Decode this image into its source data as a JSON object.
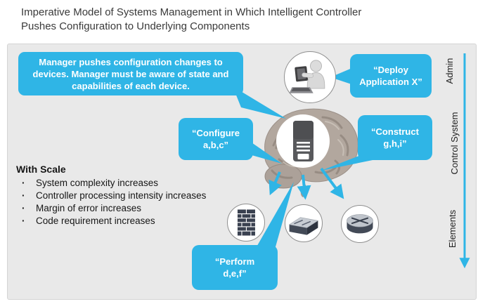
{
  "title": {
    "line1": "Imperative Model of Systems Management in Which Intelligent Controller",
    "line2": "Pushes Configuration to Underlying Components"
  },
  "callout": {
    "text": "Manager pushes configuration changes to devices. Manager must be aware of state and capabilities of each device."
  },
  "bubbles": {
    "deploy": {
      "line1": "“Deploy",
      "line2": "Application X”"
    },
    "configure": {
      "line1": "“Configure",
      "line2": "a,b,c”"
    },
    "construct": {
      "line1": "“Construct",
      "line2": "g,h,i”"
    },
    "perform": {
      "line1": "“Perform",
      "line2": "d,e,f”"
    }
  },
  "with_scale": {
    "heading": "With Scale",
    "bullets": [
      "System complexity increases",
      "Controller processing intensity increases",
      "Margin of error increases",
      "Code requirement increases"
    ]
  },
  "side_labels": [
    "Admin",
    "Control System",
    "Elements"
  ],
  "icons": {
    "admin": "admin-user-at-laptop-icon",
    "controller": "server-tower-icon",
    "element_1": "firewall-icon",
    "element_2": "switch-icon",
    "element_3": "router-icon",
    "center_image": "brain-image"
  },
  "colors": {
    "accent": "#2FB5E6",
    "panel_bg": "#E9E9E9"
  }
}
